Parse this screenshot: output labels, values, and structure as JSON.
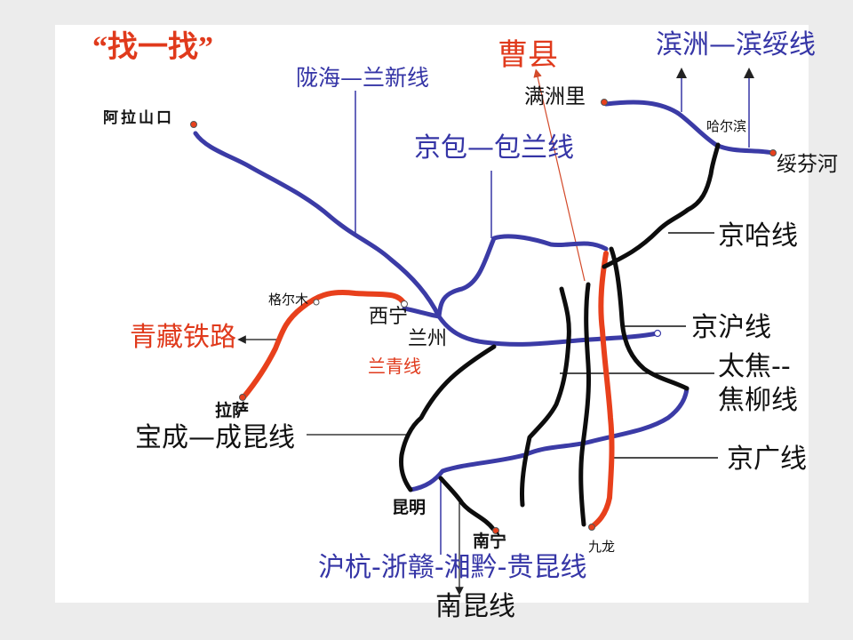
{
  "title": "“找一找”",
  "colors": {
    "background": "#ececec",
    "panel": "#ffffff",
    "blue_line": "#3b3ba6",
    "red_line": "#e8401c",
    "black_line": "#0d0d0d",
    "label_blue": "#3535a6",
    "label_red": "#e03a1c"
  },
  "labels": {
    "caoxian": "曹县",
    "binzhou_binsui": "滨洲—滨绥线",
    "longhai_lanxin": "陇海—兰新线",
    "manzhouli": "满洲里",
    "alashankou": "阿拉山口",
    "harbin": "哈尔滨",
    "suifenhe": "绥芬河",
    "jingbao_baolan": "京包—包兰线",
    "jingha": "京哈线",
    "golmud": "格尔木",
    "xining": "西宁",
    "lanzhou": "兰州",
    "jinghu": "京沪线",
    "qingzang": "青藏铁路",
    "lanqing": "兰青线",
    "taijiao_line1": "太焦--",
    "taijiao_line2": "焦柳线",
    "lhasa": "拉萨",
    "baocheng_chengkun": "宝成—成昆线",
    "jingguang": "京广线",
    "kunming": "昆明",
    "nanning": "南宁",
    "jiulong": "九龙",
    "huhang_guikun": "沪杭-浙赣-湘黔-贵昆线",
    "nankun": "南昆线"
  }
}
